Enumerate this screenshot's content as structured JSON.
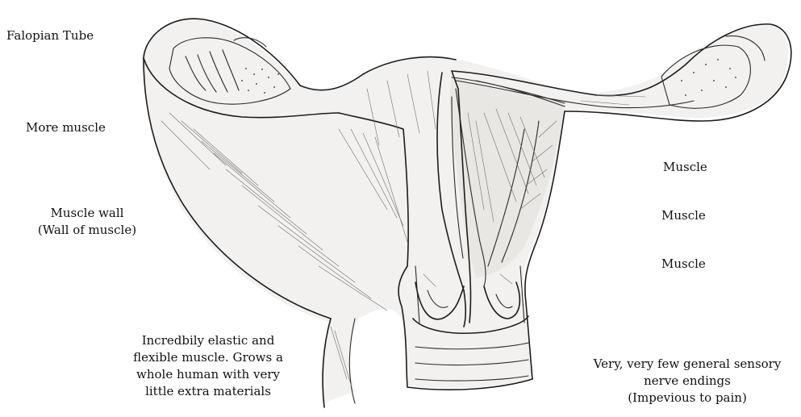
{
  "labels": {
    "fallopian_tube": "Falopian Tube",
    "more_muscle": "More muscle",
    "muscle_wall_line1": "Muscle wall",
    "muscle_wall_line2": "(Wall of muscle)",
    "muscle_1": "Muscle",
    "muscle_2": "Muscle",
    "muscle_3": "Muscle",
    "elastic_line1": "Incredbily elastic and",
    "elastic_line2": "flexible muscle. Grows a",
    "elastic_line3": "whole human with very",
    "elastic_line4": "little extra materials",
    "sensory_line1": "Very, very few general sensory",
    "sensory_line2": "nerve endings",
    "sensory_line3": "(Impevious to pain)"
  },
  "colors": {
    "ink": "#1c1c1c",
    "background": "#ffffff"
  }
}
